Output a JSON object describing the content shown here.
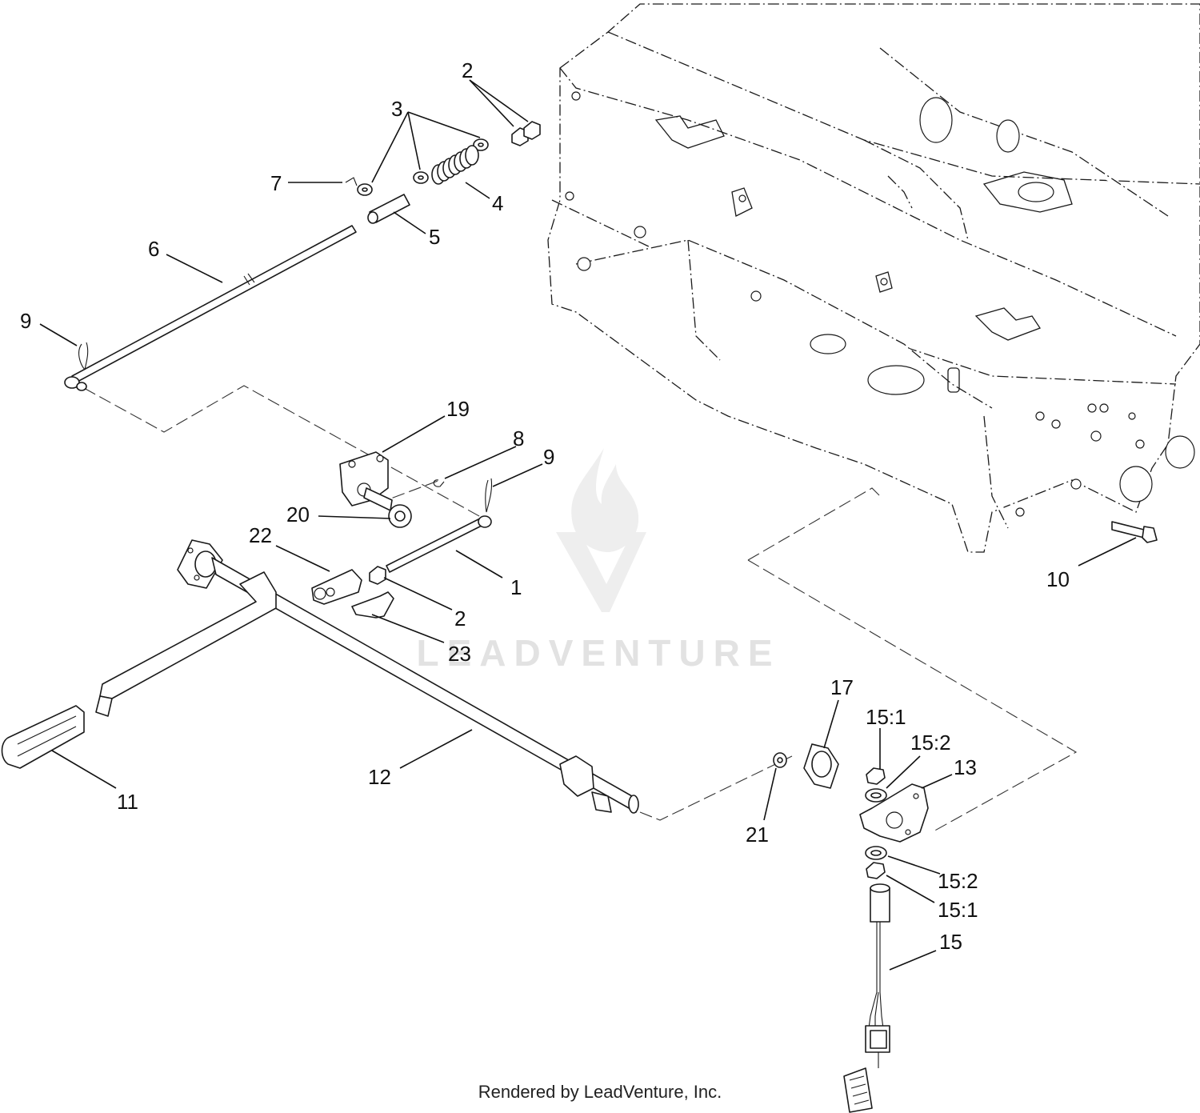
{
  "diagram": {
    "callouts": [
      {
        "id": "c-2-top",
        "text": "2"
      },
      {
        "id": "c-3",
        "text": "3"
      },
      {
        "id": "c-7",
        "text": "7"
      },
      {
        "id": "c-4",
        "text": "4"
      },
      {
        "id": "c-5",
        "text": "5"
      },
      {
        "id": "c-6",
        "text": "6"
      },
      {
        "id": "c-9-top",
        "text": "9"
      },
      {
        "id": "c-19",
        "text": "19"
      },
      {
        "id": "c-8",
        "text": "8"
      },
      {
        "id": "c-9-mid",
        "text": "9"
      },
      {
        "id": "c-20",
        "text": "20"
      },
      {
        "id": "c-22",
        "text": "22"
      },
      {
        "id": "c-1",
        "text": "1"
      },
      {
        "id": "c-2-mid",
        "text": "2"
      },
      {
        "id": "c-23",
        "text": "23"
      },
      {
        "id": "c-10",
        "text": "10"
      },
      {
        "id": "c-17",
        "text": "17"
      },
      {
        "id": "c-15-1-top",
        "text": "15:1"
      },
      {
        "id": "c-15-2-top",
        "text": "15:2"
      },
      {
        "id": "c-13",
        "text": "13"
      },
      {
        "id": "c-12",
        "text": "12"
      },
      {
        "id": "c-11",
        "text": "11"
      },
      {
        "id": "c-21",
        "text": "21"
      },
      {
        "id": "c-15-2-bot",
        "text": "15:2"
      },
      {
        "id": "c-15-1-bot",
        "text": "15:1"
      },
      {
        "id": "c-15",
        "text": "15"
      }
    ],
    "watermark": "LEADVENTURE",
    "footer": "Rendered by LeadVenture, Inc."
  }
}
